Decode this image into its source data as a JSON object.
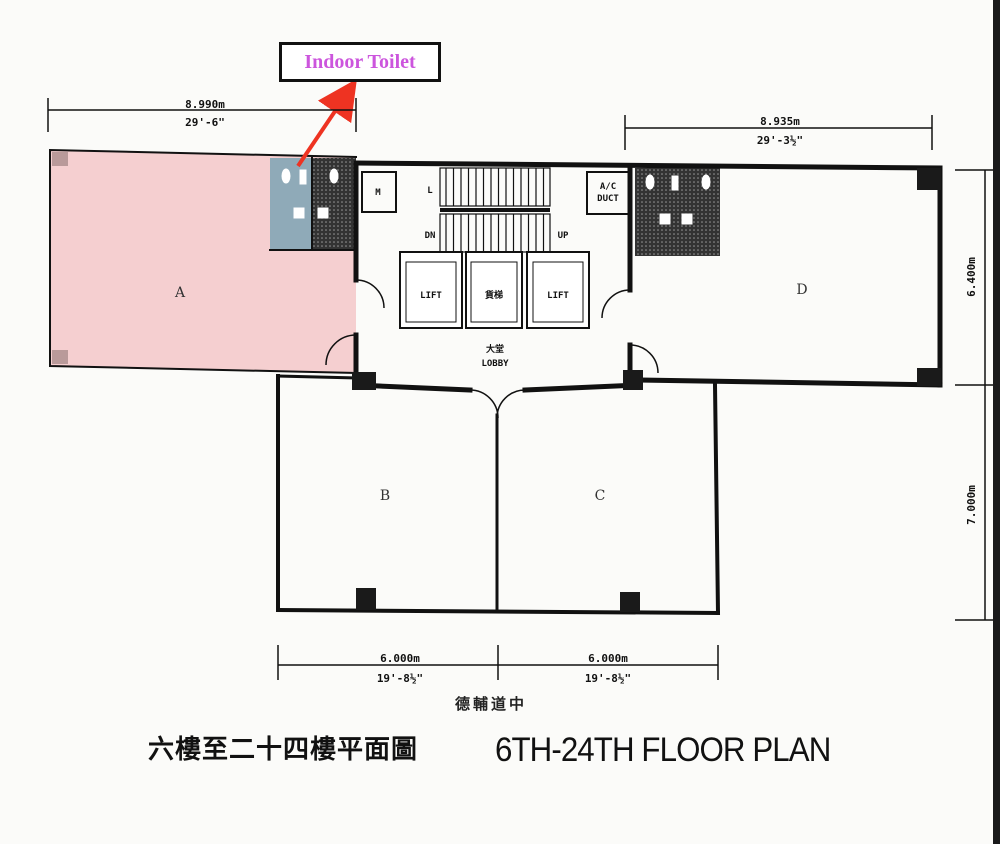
{
  "callout": {
    "label": "Indoor Toilet",
    "color": "#cc55dd",
    "arrow_color": "#ee3322"
  },
  "highlight": {
    "unit_a_fill": "#f5cfd0",
    "toilet_fill": "#8faab8"
  },
  "units": {
    "a": "A",
    "b": "B",
    "c": "C",
    "d": "D"
  },
  "dimensions": {
    "top_left_metric": "8.990m",
    "top_left_imperial": "29'-6\"",
    "top_right_metric": "8.935m",
    "top_right_imperial": "29'-3½\"",
    "bottom_left_metric": "6.000m",
    "bottom_left_imperial": "19'-8½\"",
    "bottom_right_metric": "6.000m",
    "bottom_right_imperial": "19'-8½\"",
    "right_upper": "6.400m",
    "right_lower": "7.000m"
  },
  "core": {
    "lift_left": "LIFT",
    "lift_middle": "貨梯",
    "lift_right": "LIFT",
    "lobby_cn": "大堂",
    "lobby_en": "LOBBY",
    "stair_dn": "DN",
    "stair_up": "UP",
    "stair_l": "L",
    "ac_duct_1": "A/C",
    "ac_duct_2": "DUCT",
    "meter": "M"
  },
  "street": "德輔道中",
  "title": {
    "chinese": "六樓至二十四樓平面圖",
    "english": "6TH-24TH FLOOR PLAN"
  }
}
